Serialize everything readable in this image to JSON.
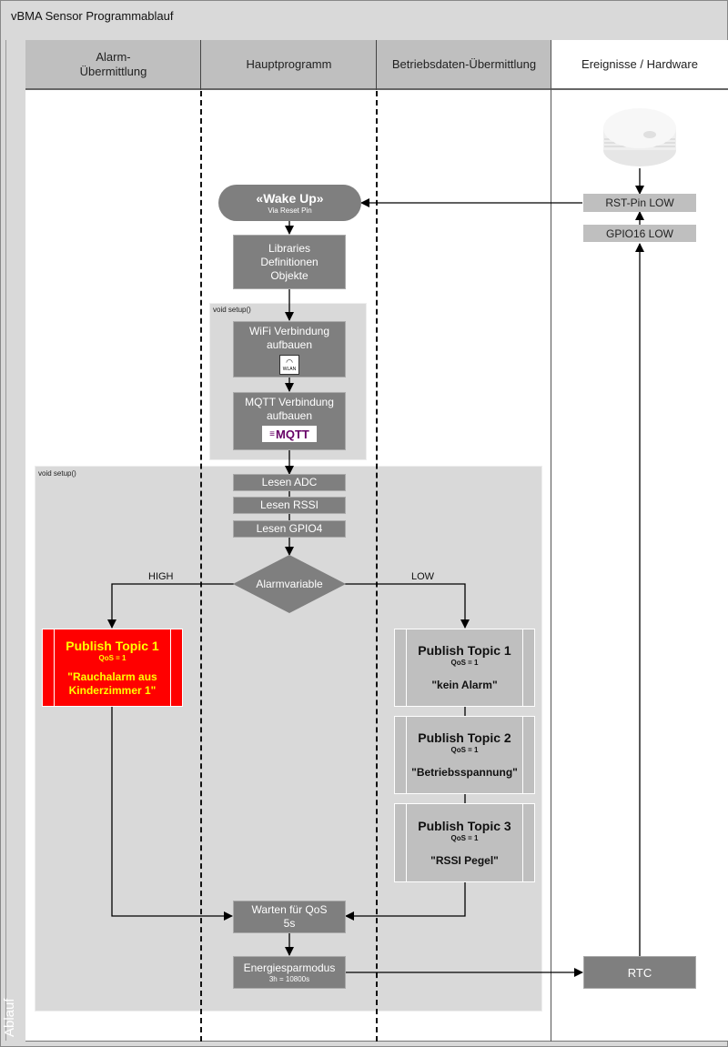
{
  "title": "vBMA Sensor Programmablauf",
  "side_label": "Ablauf",
  "lanes": [
    {
      "label": "Alarm-\nÜbermittlung"
    },
    {
      "label": "Hauptprogramm"
    },
    {
      "label": "Betriebsdaten-Übermittlung"
    },
    {
      "label": "Ereignisse / Hardware"
    }
  ],
  "groups": {
    "setup_upper": "void setup()",
    "setup_lower": "void setup()"
  },
  "nodes": {
    "wake_title": "«Wake Up»",
    "wake_sub": "Via Reset Pin",
    "libraries": "Libraries\nDefinitionen\nObjekte",
    "wifi": "WiFi Verbindung\naufbauen",
    "wifi_icon_text": "WLAN",
    "mqtt": "MQTT Verbindung\naufbauen",
    "mqtt_logo_text": "MQTT",
    "adc": "Lesen ADC",
    "rssi": "Lesen RSSI",
    "gpio4": "Lesen GPIO4",
    "decision": "Alarmvariable",
    "high": "HIGH",
    "low": "LOW",
    "wait_title": "Warten für QoS",
    "wait_sub": "5s",
    "sleep_title": "Energiesparmodus",
    "sleep_sub": "3h = 10800s",
    "rst": "RST-Pin LOW",
    "gpio16": "GPIO16 LOW",
    "rtc": "RTC"
  },
  "publish_alarm": {
    "title": "Publish Topic 1",
    "qos": "QoS = 1",
    "msg": "\"Rauchalarm aus\nKinderzimmer 1\""
  },
  "publish_data": [
    {
      "title": "Publish Topic 1",
      "qos": "QoS = 1",
      "msg": "\"kein Alarm\""
    },
    {
      "title": "Publish Topic 2",
      "qos": "QoS = 1",
      "msg": "\"Betriebsspannung\""
    },
    {
      "title": "Publish Topic 3",
      "qos": "QoS = 1",
      "msg": "\"RSSI Pegel\""
    }
  ],
  "colors": {
    "alarm_fill": "#ff0000",
    "alarm_text": "#ffff00",
    "process_fill": "#7f7f7f",
    "mqtt_purple": "#660066"
  }
}
